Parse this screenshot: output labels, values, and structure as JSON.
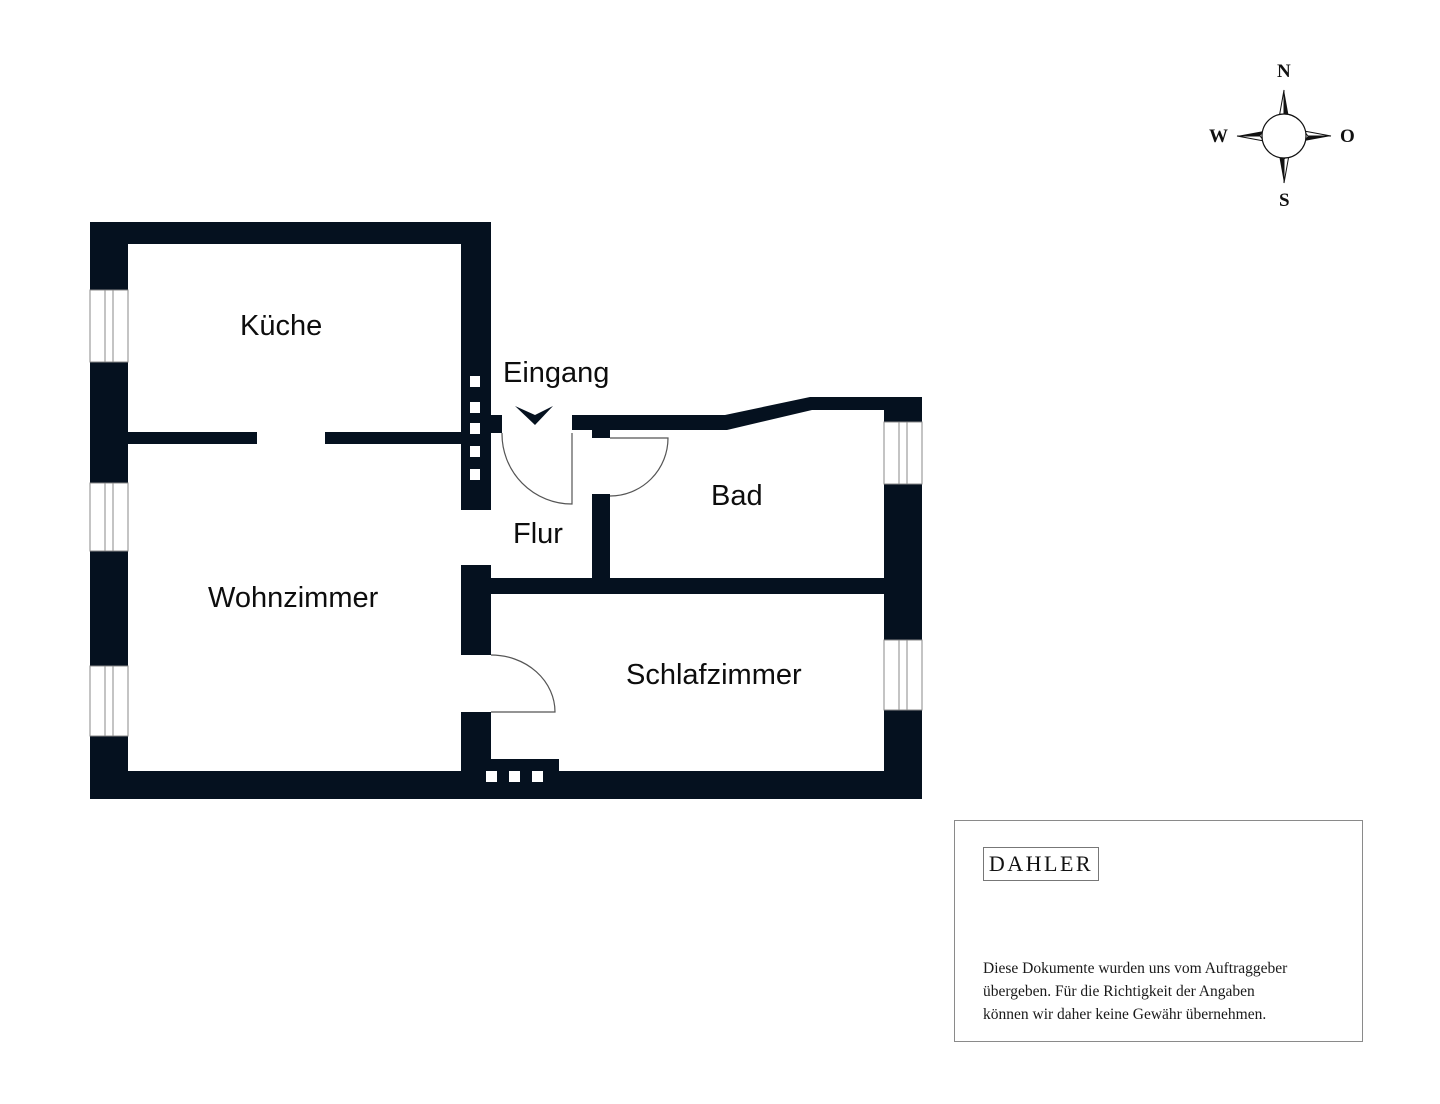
{
  "floorplan": {
    "wall_color": "#05111f",
    "rooms": [
      {
        "name": "Küche"
      },
      {
        "name": "Eingang"
      },
      {
        "name": "Bad"
      },
      {
        "name": "Flur"
      },
      {
        "name": "Wohnzimmer"
      },
      {
        "name": "Schlafzimmer"
      }
    ]
  },
  "compass": {
    "north": "N",
    "south": "S",
    "west": "W",
    "east": "O"
  },
  "info_box": {
    "logo": "DAHLER",
    "disclaimer_lines": [
      "Diese Dokumente wurden uns vom Auftraggeber",
      "übergeben. Für die Richtigkeit der Angaben",
      "können wir daher keine Gewähr übernehmen."
    ]
  }
}
